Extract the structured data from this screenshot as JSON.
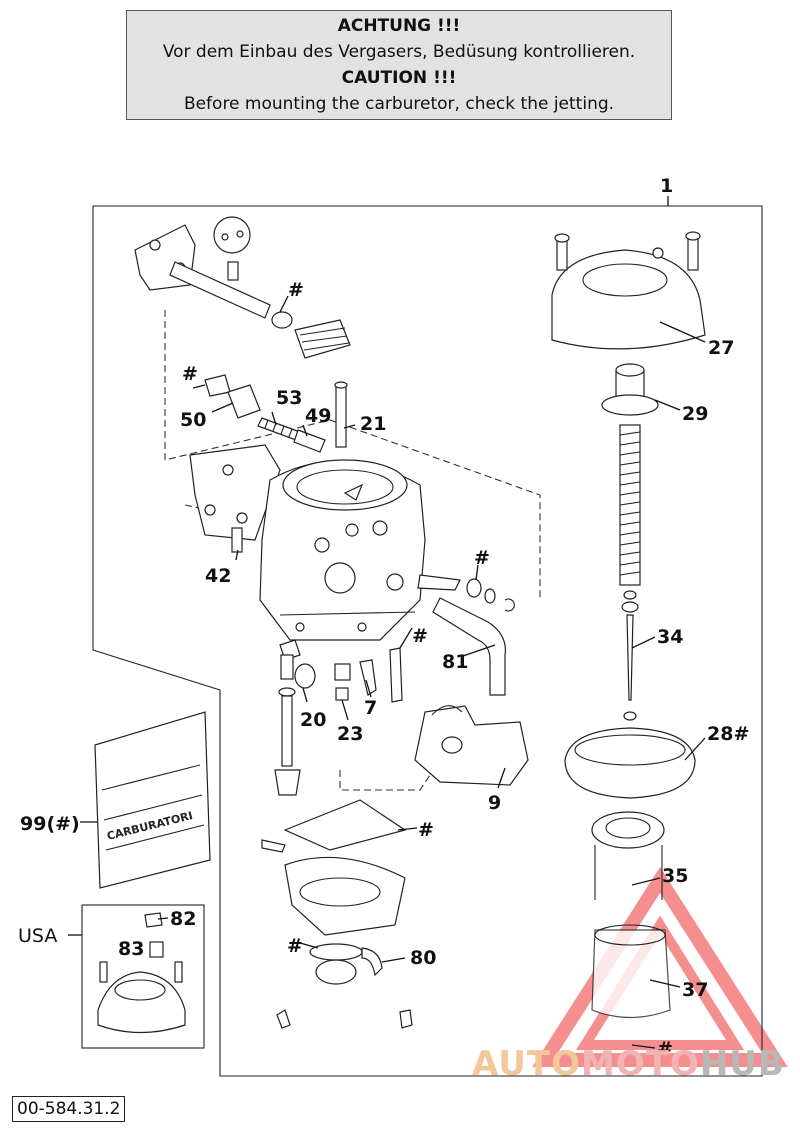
{
  "notice": {
    "line1": "ACHTUNG !!!",
    "line2": "Vor dem Einbau des Vergasers, Bedüsung kontrollieren.",
    "line3": "CAUTION !!!",
    "line4": "Before mounting the carburetor, check the jetting."
  },
  "callouts": {
    "p1": "1",
    "p27": "27",
    "p29": "29",
    "p34": "34",
    "p28": "28#",
    "p35": "35",
    "p37": "37",
    "p53": "53",
    "p49": "49",
    "p21": "21",
    "p50": "50",
    "p42": "42",
    "p81": "81",
    "p20": "20",
    "p7": "7",
    "p23": "23",
    "p9": "9",
    "p80": "80",
    "p99": "99(#)",
    "p82": "82",
    "p83": "83",
    "hash": "#"
  },
  "usa_label": "USA",
  "drawing_number": "00-584.31.2",
  "watermark": {
    "part1": "AUTO",
    "part2": "MOTO",
    "part3": "HUB"
  },
  "bag_label": "CARBURATORI"
}
